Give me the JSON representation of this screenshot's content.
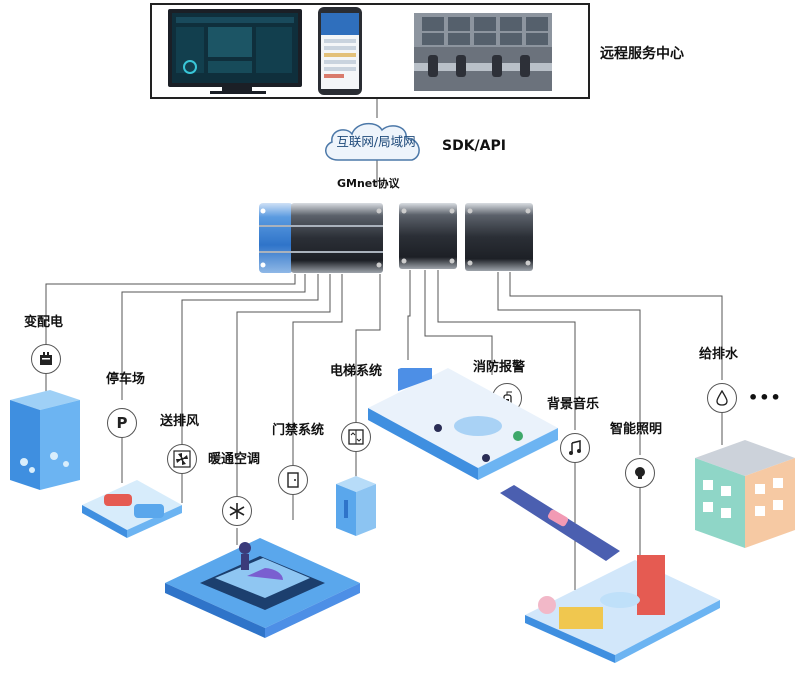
{
  "remote_center": {
    "title": "远程服务中心"
  },
  "network": {
    "cloud_label": "互联网/局域网",
    "sdk_label": "SDK/API",
    "protocol_label": "GMnet协议"
  },
  "subsystems": [
    {
      "id": "power",
      "label": "变配电",
      "icon": "power-cabinet-icon"
    },
    {
      "id": "parking",
      "label": "停车场",
      "icon": "parking-icon",
      "icon_text": "P"
    },
    {
      "id": "ventilation",
      "label": "送排风",
      "icon": "fan-icon"
    },
    {
      "id": "hvac",
      "label": "暖通空调",
      "icon": "snowflake-icon"
    },
    {
      "id": "access",
      "label": "门禁系统",
      "icon": "door-icon"
    },
    {
      "id": "elevator",
      "label": "电梯系统",
      "icon": "elevator-icon"
    },
    {
      "id": "fire",
      "label": "消防报警",
      "icon": "fire-extinguisher-icon"
    },
    {
      "id": "music",
      "label": "背景音乐",
      "icon": "music-note-icon"
    },
    {
      "id": "lighting",
      "label": "智能照明",
      "icon": "bulb-icon"
    },
    {
      "id": "water",
      "label": "给排水",
      "icon": "water-drop-icon"
    }
  ],
  "more": "•••",
  "colors": {
    "accent_blue": "#3a7fd5",
    "device_dark": "#2b2f36",
    "iso_blue": "#4d8fe6",
    "line": "#555555"
  }
}
